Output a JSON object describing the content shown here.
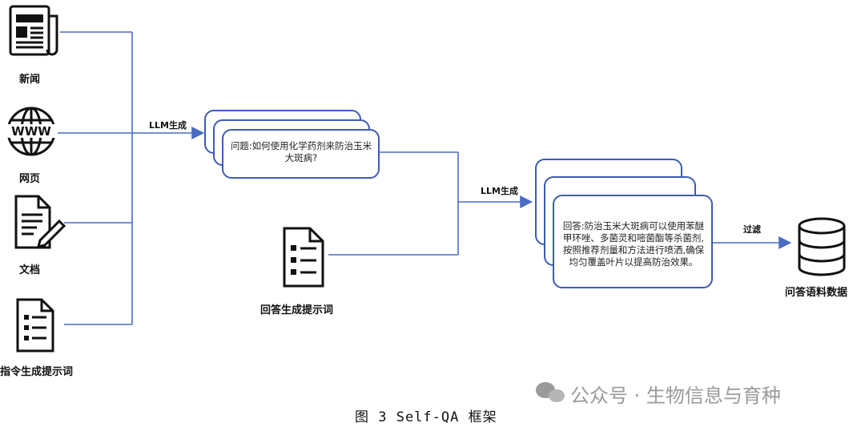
{
  "sources": {
    "news": "新闻",
    "web": "网页",
    "doc": "文档",
    "instruction_prompt": "指令生成提示词"
  },
  "edges": {
    "llm_gen_1": "LLM生成",
    "llm_gen_2": "LLM生成",
    "filter": "过滤"
  },
  "question_card": "问题:如何使用化学药剂来防治玉米大斑病?",
  "answer_prompt": "回答生成提示词",
  "answer_card": "回答:防治玉米大斑病可以使用苯醚甲环唑、多菌灵和嘧菌酯等杀菌剂,按照推荐剂量和方法进行喷洒,确保均匀覆盖叶片以提高防治效果。",
  "output": "问答语料数据",
  "caption": "图 3  Self-QA 框架",
  "watermark": "公众号 · 生物信息与育种",
  "colors": {
    "line": "#4a6cc4",
    "card_border": "#3b5bb5"
  }
}
